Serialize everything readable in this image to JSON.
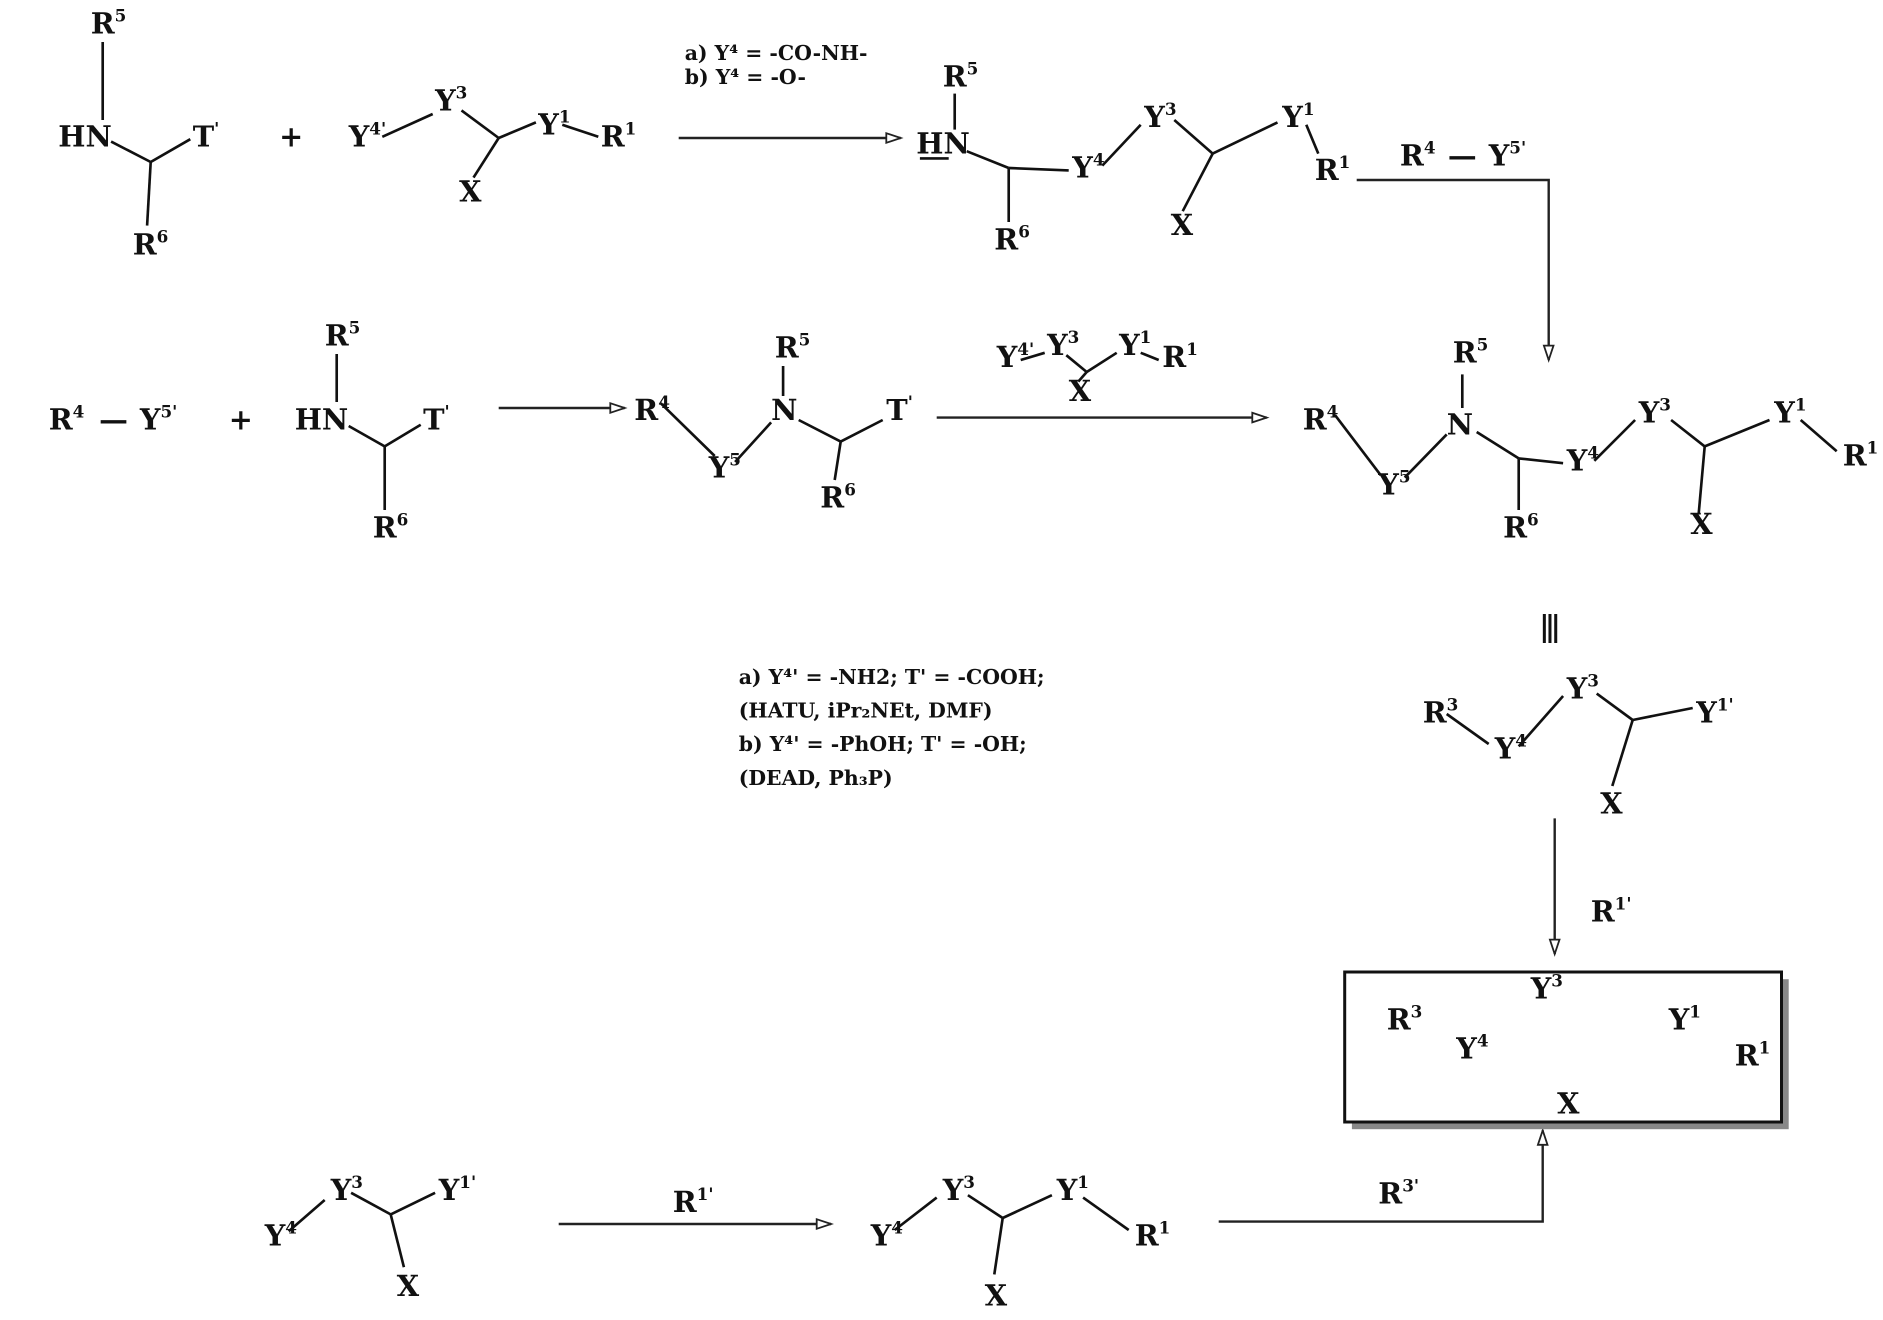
{
  "scheme": {
    "route1": {
      "amine": {
        "r5": {
          "t": "R",
          "sup": "5"
        },
        "hn": {
          "t": "HN",
          "sup": ""
        },
        "t": {
          "t": "T",
          "sup": "'"
        },
        "r6": {
          "t": "R",
          "sup": "6"
        }
      },
      "plus": "+",
      "fragment": {
        "y4": {
          "t": "Y",
          "sup": "4'"
        },
        "y3": {
          "t": "Y",
          "sup": "3"
        },
        "y1": {
          "t": "Y",
          "sup": "1"
        },
        "x": {
          "t": "X",
          "sup": ""
        },
        "r1": {
          "t": "R",
          "sup": "1"
        }
      },
      "conditions": [
        "a) Y⁴ = -CO-NH-",
        "b) Y⁴ = -O-"
      ],
      "intermediate": {
        "r5": {
          "t": "R",
          "sup": "5"
        },
        "hn": {
          "t": "HN",
          "sup": ""
        },
        "r6": {
          "t": "R",
          "sup": "6"
        },
        "y4": {
          "t": "Y",
          "sup": "4"
        },
        "y3": {
          "t": "Y",
          "sup": "3"
        },
        "y1": {
          "t": "Y",
          "sup": "1"
        },
        "x": {
          "t": "X",
          "sup": ""
        },
        "r1": {
          "t": "R",
          "sup": "1"
        }
      },
      "reagent": {
        "r4": {
          "t": "R",
          "sup": "4"
        },
        "dash": {
          "t": "—",
          "sup": ""
        },
        "y5": {
          "t": "Y",
          "sup": "5'"
        }
      }
    },
    "route2": {
      "reagent": {
        "r4": {
          "t": "R",
          "sup": "4"
        },
        "dash": {
          "t": "—",
          "sup": ""
        },
        "y5": {
          "t": "Y",
          "sup": "5'"
        }
      },
      "plus": "+",
      "amine": {
        "r5": {
          "t": "R",
          "sup": "5"
        },
        "hn": {
          "t": "HN",
          "sup": ""
        },
        "t": {
          "t": "T",
          "sup": "'"
        },
        "r6": {
          "t": "R",
          "sup": "6"
        }
      },
      "intermediate": {
        "r4": {
          "t": "R",
          "sup": "4"
        },
        "y5": {
          "t": "Y",
          "sup": "5"
        },
        "n": {
          "t": "N",
          "sup": ""
        },
        "r5": {
          "t": "R",
          "sup": "5"
        },
        "t": {
          "t": "T",
          "sup": "'"
        },
        "r6": {
          "t": "R",
          "sup": "6"
        }
      },
      "fragment": {
        "y4": {
          "t": "Y",
          "sup": "4'"
        },
        "y3": {
          "t": "Y",
          "sup": "3"
        },
        "y1": {
          "t": "Y",
          "sup": "1"
        },
        "x": {
          "t": "X",
          "sup": ""
        },
        "r1": {
          "t": "R",
          "sup": "1"
        }
      },
      "conditions": [
        "a) Y⁴' = -NH2; T' = -COOH;",
        "(HATU, iPr₂NEt, DMF)",
        "b) Y⁴' = -PhOH; T' = -OH;",
        "(DEAD, Ph₃P)"
      ]
    },
    "product": {
      "r4": {
        "t": "R",
        "sup": "4"
      },
      "y5": {
        "t": "Y",
        "sup": "5"
      },
      "n": {
        "t": "N",
        "sup": ""
      },
      "r5": {
        "t": "R",
        "sup": "5"
      },
      "r6": {
        "t": "R",
        "sup": "6"
      },
      "y4": {
        "t": "Y",
        "sup": "4"
      },
      "y3": {
        "t": "Y",
        "sup": "3"
      },
      "y1": {
        "t": "Y",
        "sup": "1"
      },
      "x": {
        "t": "X",
        "sup": ""
      },
      "r1": {
        "t": "R",
        "sup": "1"
      }
    },
    "equivalence": "|||",
    "generic": {
      "r3": {
        "t": "R",
        "sup": "3"
      },
      "y4": {
        "t": "Y",
        "sup": "4"
      },
      "y3": {
        "t": "Y",
        "sup": "3"
      },
      "y1": {
        "t": "Y",
        "sup": "1'"
      },
      "x": {
        "t": "X",
        "sup": ""
      }
    },
    "step_r1_label": {
      "t": "R",
      "sup": "1'"
    },
    "boxed_product": {
      "r3": {
        "t": "R",
        "sup": "3"
      },
      "y4": {
        "t": "Y",
        "sup": "4"
      },
      "y3": {
        "t": "Y",
        "sup": "3"
      },
      "y1": {
        "t": "Y",
        "sup": "1"
      },
      "x": {
        "t": "X",
        "sup": ""
      },
      "r1": {
        "t": "R",
        "sup": "1"
      }
    },
    "route3": {
      "start": {
        "y4": {
          "t": "Y",
          "sup": "4"
        },
        "y3": {
          "t": "Y",
          "sup": "3"
        },
        "y1": {
          "t": "Y",
          "sup": "1'"
        },
        "x": {
          "t": "X",
          "sup": ""
        }
      },
      "step1_label": {
        "t": "R",
        "sup": "1'"
      },
      "intermediate": {
        "y4": {
          "t": "Y",
          "sup": "4"
        },
        "y3": {
          "t": "Y",
          "sup": "3"
        },
        "y1": {
          "t": "Y",
          "sup": "1"
        },
        "x": {
          "t": "X",
          "sup": ""
        },
        "r1": {
          "t": "R",
          "sup": "1"
        }
      },
      "step2_label": {
        "t": "R",
        "sup": "3'"
      }
    }
  }
}
